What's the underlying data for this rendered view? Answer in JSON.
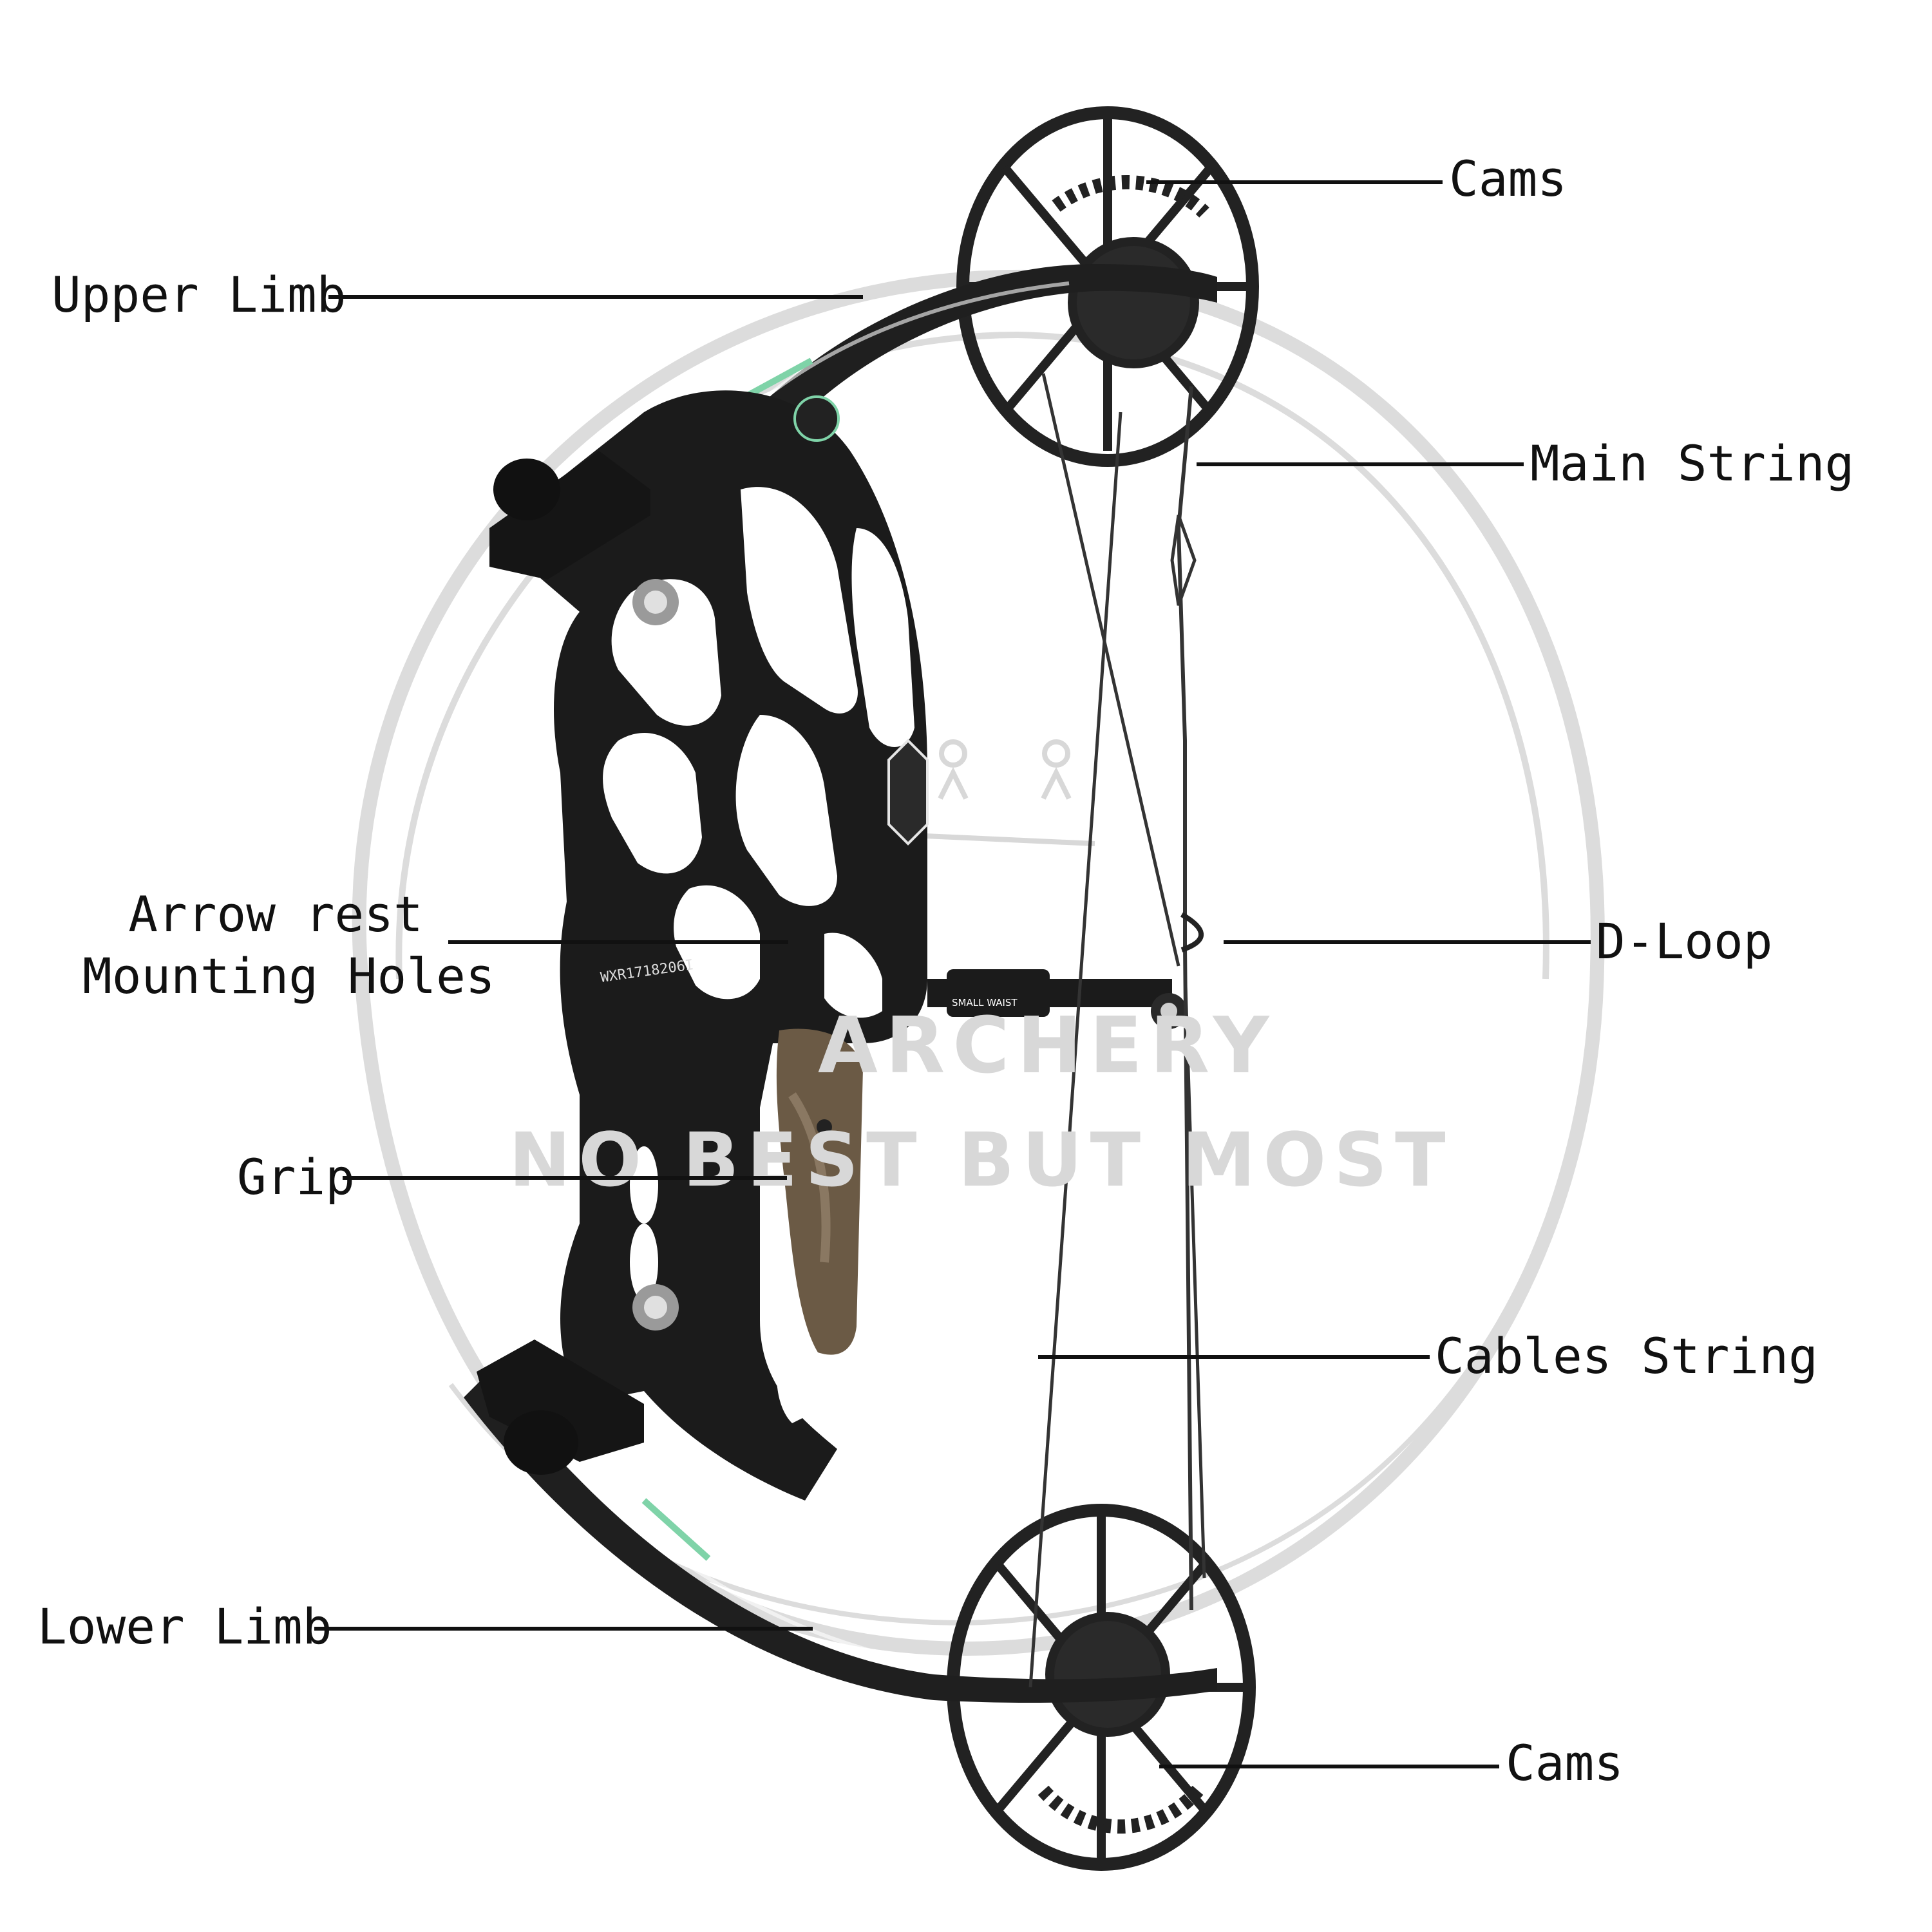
{
  "labels": {
    "cams_top": "Cams",
    "upper_limb": "Upper Limb",
    "main_string": "Main String",
    "arrow_rest_line1": "Arrow rest",
    "arrow_rest_line2": "Mounting Holes",
    "d_loop": "D-Loop",
    "grip": "Grip",
    "cables_string": "Cables String",
    "lower_limb": "Lower Limb",
    "cams_bottom": "Cams"
  },
  "watermark": {
    "line1": "ARCHERY",
    "line2": "NO BEST BUT MOST"
  },
  "riser_text": {
    "serial": "WXR1718206I",
    "stabilizer_text": "SMALL WAIST"
  },
  "colors": {
    "label_text": "#111111",
    "bow_body": "#1c1c1c",
    "grip_wood": "#6b5a45",
    "watermark": "#d8d8d8",
    "accent_green": "#7fd3a8"
  }
}
